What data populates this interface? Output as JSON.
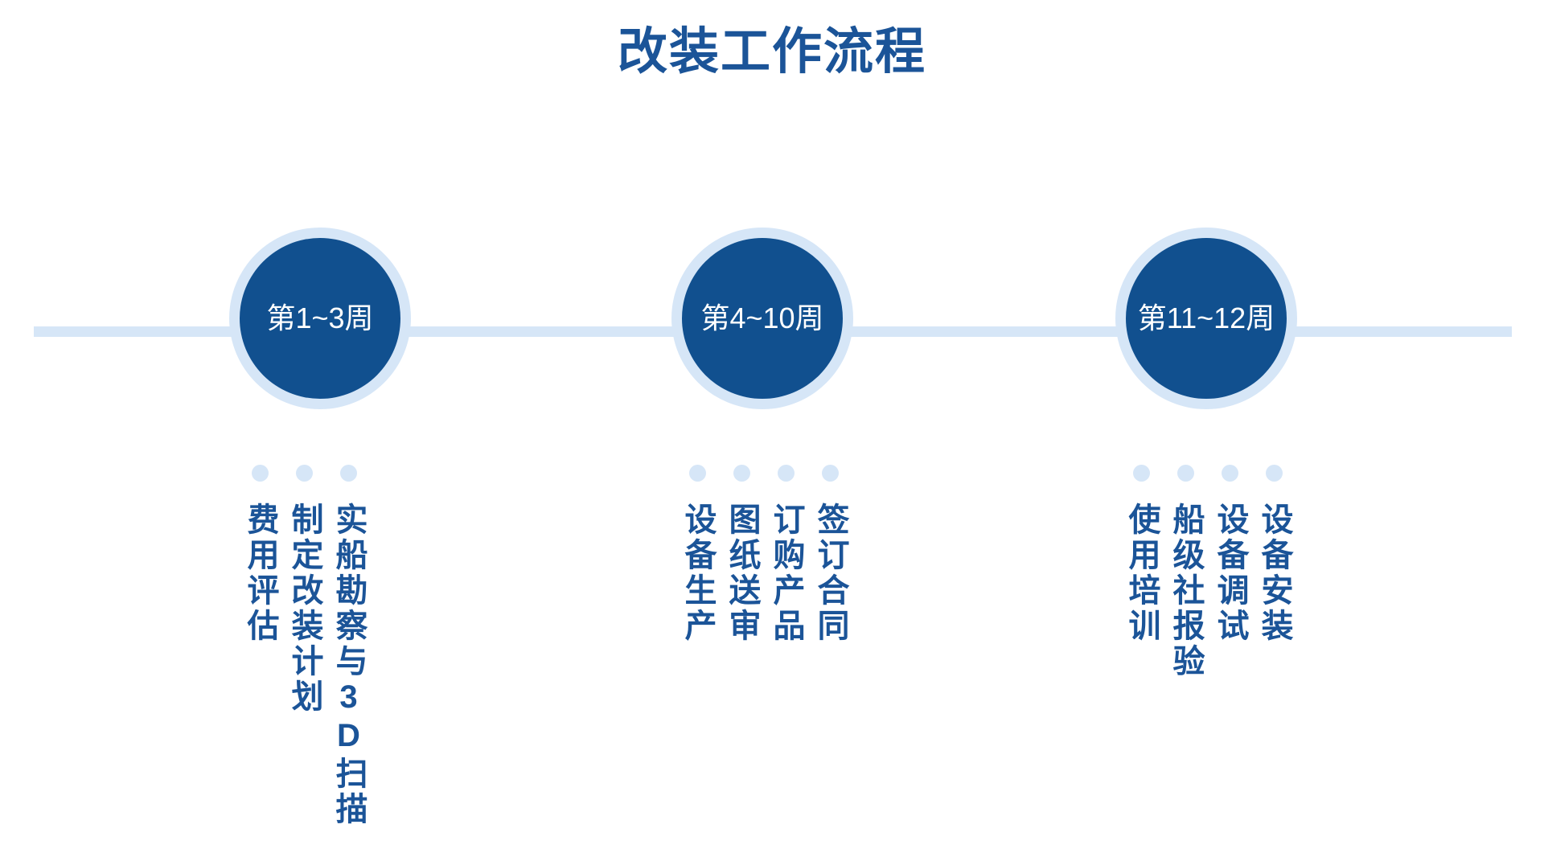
{
  "title": "改装工作流程",
  "colors": {
    "brand_dark_blue": "#11508f",
    "title_blue": "#1b5498",
    "light_blue": "#d6e6f7",
    "background": "#ffffff",
    "node_label": "#ffffff"
  },
  "timeline": {
    "axis_visible": true,
    "phases": [
      {
        "id": "phase-1",
        "node_label": "第1~3周",
        "tasks": [
          {
            "label": "实船勘察与3D扫描"
          },
          {
            "label": "制定改装计划"
          },
          {
            "label": "费用评估"
          }
        ]
      },
      {
        "id": "phase-2",
        "node_label": "第4~10周",
        "tasks": [
          {
            "label": "签订合同"
          },
          {
            "label": "订购产品"
          },
          {
            "label": "图纸送审"
          },
          {
            "label": "设备生产"
          }
        ]
      },
      {
        "id": "phase-3",
        "node_label": "第11~12周",
        "tasks": [
          {
            "label": "设备安装"
          },
          {
            "label": "设备调试"
          },
          {
            "label": "船级社报验"
          },
          {
            "label": "使用培训"
          }
        ]
      }
    ]
  }
}
